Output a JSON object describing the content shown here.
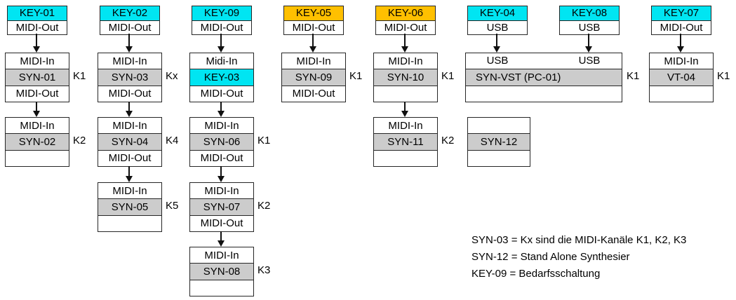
{
  "palette": {
    "cyan": "#00E5F2",
    "orange": "#FFC000",
    "gray": "#CCCCCC",
    "border": "#262626"
  },
  "diagram": {
    "columns": [
      {
        "header": {
          "label": "KEY-01",
          "color": "cyan",
          "port": "MIDI-Out"
        },
        "devices": [
          {
            "rows": [
              "MIDI-In",
              "SYN-01",
              "MIDI-Out"
            ],
            "channel": "K1"
          },
          {
            "rows": [
              "MIDI-In",
              "SYN-02",
              ""
            ],
            "channel": "K2"
          }
        ]
      },
      {
        "header": {
          "label": "KEY-02",
          "color": "cyan",
          "port": "MIDI-Out"
        },
        "devices": [
          {
            "rows": [
              "MIDI-In",
              "SYN-03",
              "MIDI-Out"
            ],
            "channel": "Kx"
          },
          {
            "rows": [
              "MIDI-In",
              "SYN-04",
              "MIDI-Out"
            ],
            "channel": "K4"
          },
          {
            "rows": [
              "MIDI-In",
              "SYN-05",
              ""
            ],
            "channel": "K5"
          }
        ]
      },
      {
        "header": {
          "label": "KEY-09",
          "color": "cyan",
          "port": "MIDI-Out"
        },
        "devices": [
          {
            "rows": [
              "Midi-In",
              "KEY-03",
              "MIDI-Out"
            ],
            "channel": ""
          },
          {
            "rows": [
              "MIDI-In",
              "SYN-06",
              "MIDI-Out"
            ],
            "channel": "K1"
          },
          {
            "rows": [
              "MIDI-In",
              "SYN-07",
              "MIDI-Out"
            ],
            "channel": "K2"
          },
          {
            "rows": [
              "MIDI-In",
              "SYN-08",
              ""
            ],
            "channel": "K3"
          }
        ]
      },
      {
        "header": {
          "label": "KEY-05",
          "color": "orange",
          "port": "MIDI-Out"
        },
        "devices": [
          {
            "rows": [
              "MIDI-In",
              "SYN-09",
              "MIDI-Out"
            ],
            "channel": "K1"
          }
        ]
      },
      {
        "header": {
          "label": "KEY-06",
          "color": "orange",
          "port": "MIDI-Out"
        },
        "devices": [
          {
            "rows": [
              "MIDI-In",
              "SYN-10",
              ""
            ],
            "channel": "K1"
          },
          {
            "rows": [
              "MIDI-In",
              "SYN-11",
              ""
            ],
            "channel": "K2"
          }
        ]
      },
      {
        "header": {
          "label": "KEY-04",
          "color": "cyan",
          "port": "USB"
        }
      },
      {
        "header": {
          "label": "KEY-08",
          "color": "cyan",
          "port": "USB"
        }
      },
      {
        "header": {
          "label": "KEY-07",
          "color": "cyan",
          "port": "MIDI-Out"
        },
        "devices": [
          {
            "rows": [
              "MIDI-In",
              "VT-04",
              ""
            ],
            "channel": "K1"
          }
        ]
      }
    ],
    "vst": {
      "usb_left": "USB",
      "usb_right": "USB",
      "name": "SYN-VST (PC-01)",
      "channel": "K1"
    },
    "standalone": {
      "rows": [
        "",
        "SYN-12",
        ""
      ]
    },
    "notes": [
      "SYN-03 = Kx sind die MIDI-Kanäle K1, K2, K3",
      "SYN-12 = Stand Alone Synthesier",
      "KEY-09 = Bedarfsschaltung"
    ]
  }
}
